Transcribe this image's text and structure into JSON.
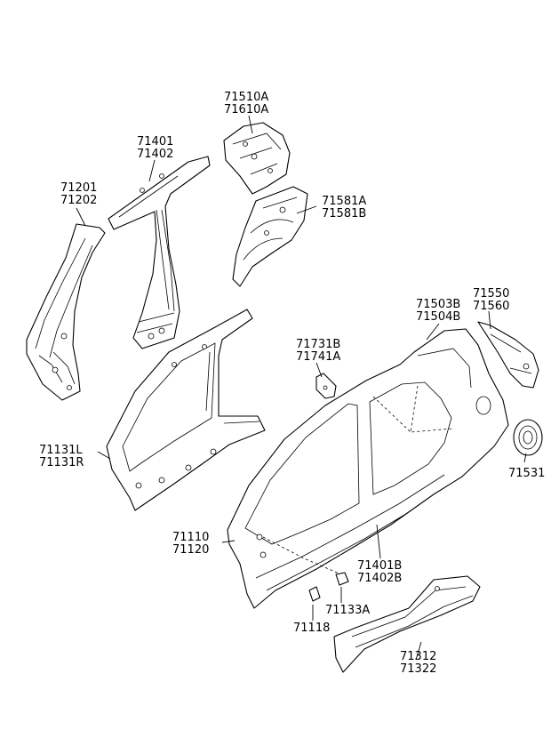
{
  "labels": [
    {
      "id": "71510A",
      "lines": [
        "71510A",
        "71610A"
      ]
    },
    {
      "id": "71401",
      "lines": [
        "71401",
        "71402"
      ]
    },
    {
      "id": "71201",
      "lines": [
        "71201",
        "71202"
      ]
    },
    {
      "id": "71581A",
      "lines": [
        "71581A",
        "71581B"
      ]
    },
    {
      "id": "71503B",
      "lines": [
        "71503B",
        "71504B"
      ]
    },
    {
      "id": "71550",
      "lines": [
        "71550",
        "71560"
      ]
    },
    {
      "id": "71731B",
      "lines": [
        "71731B",
        "71741A"
      ]
    },
    {
      "id": "71131L",
      "lines": [
        "71131L",
        "71131R"
      ]
    },
    {
      "id": "71531",
      "lines": [
        "71531"
      ]
    },
    {
      "id": "71110",
      "lines": [
        "71110",
        "71120"
      ]
    },
    {
      "id": "71401B",
      "lines": [
        "71401B",
        "71402B"
      ]
    },
    {
      "id": "71133A",
      "lines": [
        "71133A"
      ]
    },
    {
      "id": "71118",
      "lines": [
        "71118"
      ]
    },
    {
      "id": "71312",
      "lines": [
        "71312",
        "71322"
      ]
    }
  ]
}
